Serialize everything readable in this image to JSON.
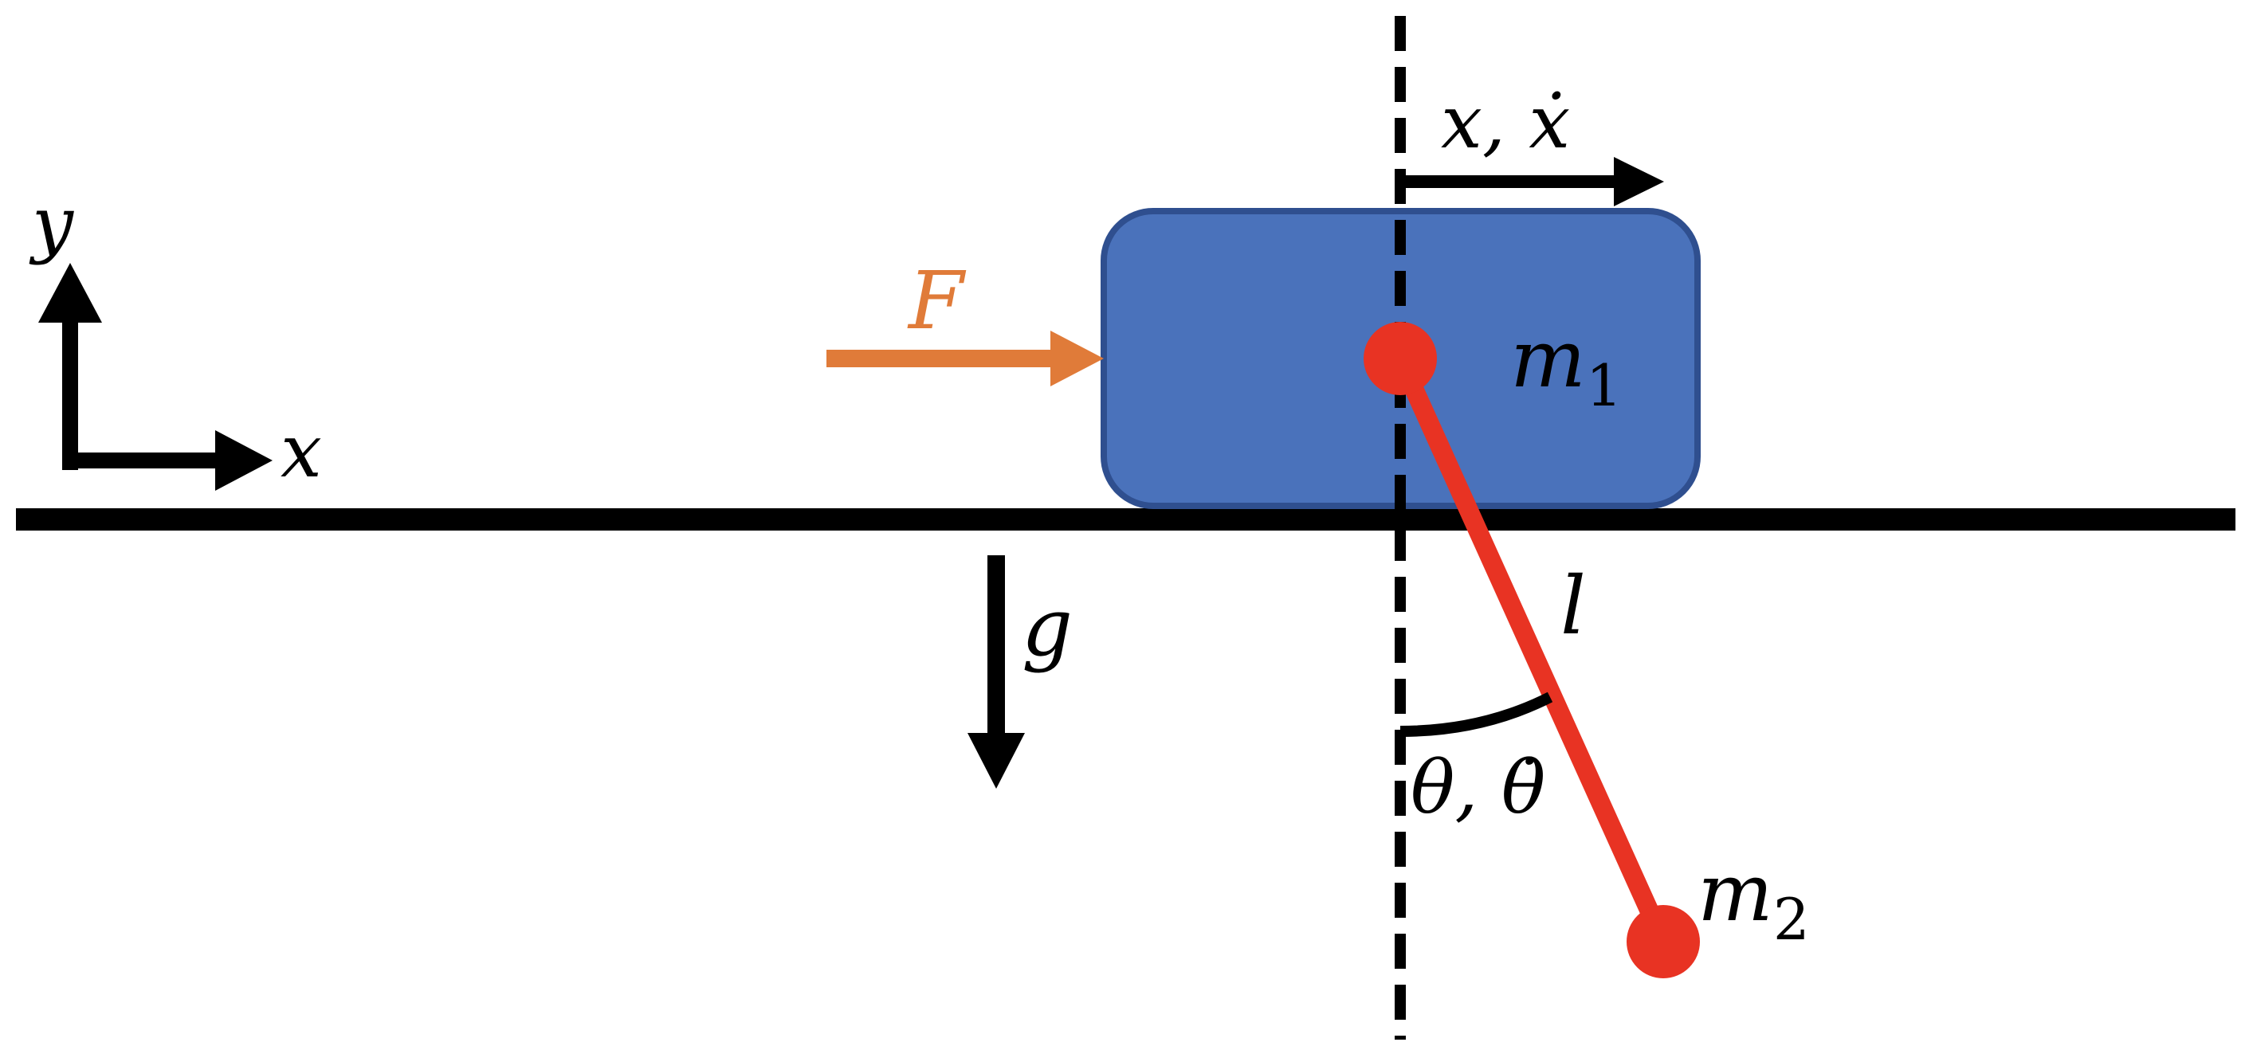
{
  "labels": {
    "axis_y": "y",
    "axis_x": "x",
    "force": "F",
    "gravity": "g",
    "cart_mass": "m",
    "cart_mass_index": "1",
    "bob_mass": "m",
    "bob_mass_index": "2",
    "length": "l",
    "cart_position": "x, ẋ",
    "angle": "θ, θ̇"
  },
  "colors": {
    "cart_fill": "#4a72bb",
    "cart_stroke": "#2f4f8f",
    "pendulum": "#e83323",
    "force": "#e07b39",
    "ink": "#000000",
    "background": "#ffffff"
  }
}
